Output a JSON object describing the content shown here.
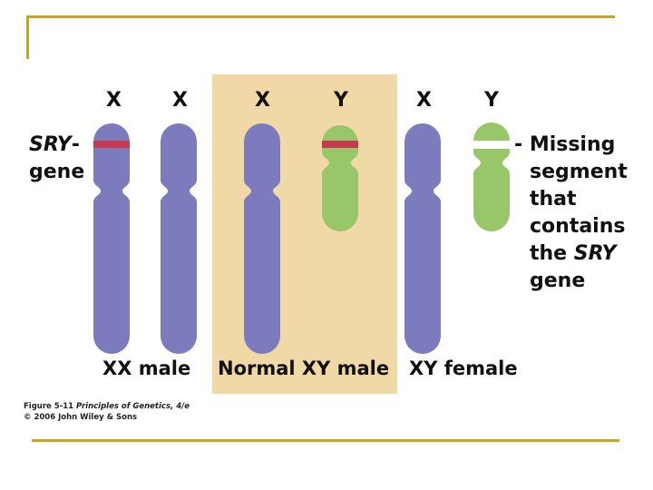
{
  "diagram": {
    "chromosome_letters": [
      "X",
      "X",
      "X",
      "Y",
      "X",
      "Y"
    ],
    "group_labels": [
      "XX male",
      "Normal XY male",
      "XY female"
    ],
    "sry_label": {
      "italic": "SRY",
      "dash": "-",
      "gene": "gene"
    },
    "missing_note": {
      "dash": "-",
      "line1": "Missing",
      "line2": "segment",
      "line3": "that",
      "line4": "contains",
      "line5_prefix": "the ",
      "line5_italic": "SRY",
      "line6": "gene"
    },
    "colors": {
      "x_chromosome": "#7b7bbd",
      "y_chromosome": "#97c768",
      "sry_band": "#c8384f",
      "highlight_panel": "#f1d9a7",
      "frame": "#c9a51c"
    }
  },
  "caption": {
    "line1_prefix": "Figure 5-11 ",
    "line1_italic": "Principles of Genetics, 4/e",
    "line2": "© 2006 John Wiley & Sons"
  }
}
